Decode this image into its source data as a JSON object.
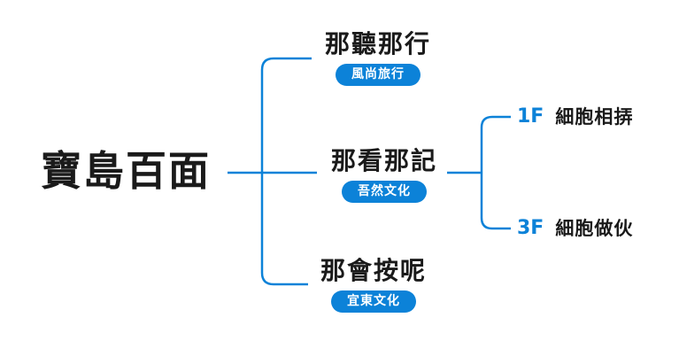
{
  "colors": {
    "accent": "#0C82D8",
    "text": "#1A1A1A",
    "badge_text": "#FFFFFF",
    "background": "#FFFFFF"
  },
  "root": {
    "title": "寶島百面"
  },
  "branches": [
    {
      "title": "那聽那行",
      "badge": "風尚旅行",
      "children": []
    },
    {
      "title": "那看那記",
      "badge": "吾然文化",
      "children": [
        {
          "tag": "1F",
          "label": "細胞相挵"
        },
        {
          "tag": "3F",
          "label": "細胞做伙"
        }
      ]
    },
    {
      "title": "那會按呢",
      "badge": "宜東文化",
      "children": []
    }
  ]
}
